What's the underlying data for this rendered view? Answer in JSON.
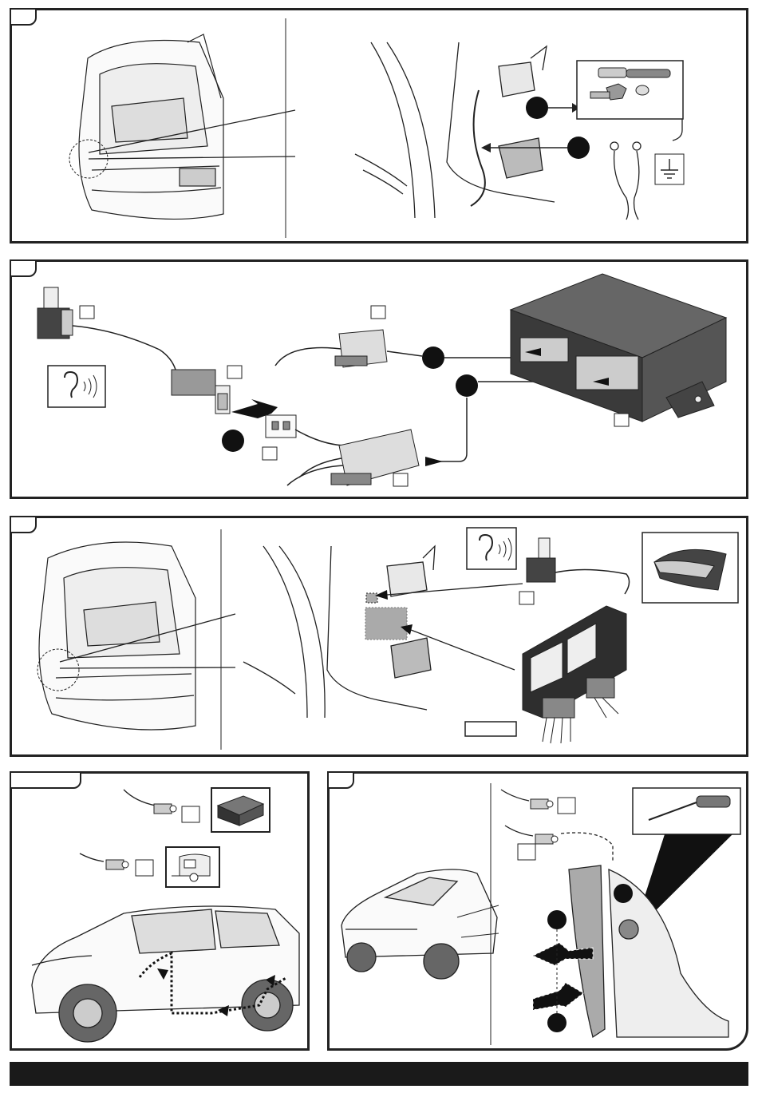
{
  "steps": [
    {
      "id": "step-1",
      "label": ""
    },
    {
      "id": "step-2",
      "label": ""
    },
    {
      "id": "step-3",
      "label": ""
    },
    {
      "id": "step-4",
      "label": ""
    },
    {
      "id": "step-5",
      "label": ""
    }
  ],
  "icons": [
    "ear-sound-icon",
    "ground-symbol-icon",
    "screwdriver-icon",
    "double-sided-tape-icon",
    "trailer-icon",
    "control-module-icon"
  ],
  "colors": {
    "line": "#222222",
    "fill_dark": "#3a3a3a",
    "fill_mid": "#8a8a8a",
    "fill_light": "#d6d6d6",
    "footer": "#1a1a1a"
  }
}
